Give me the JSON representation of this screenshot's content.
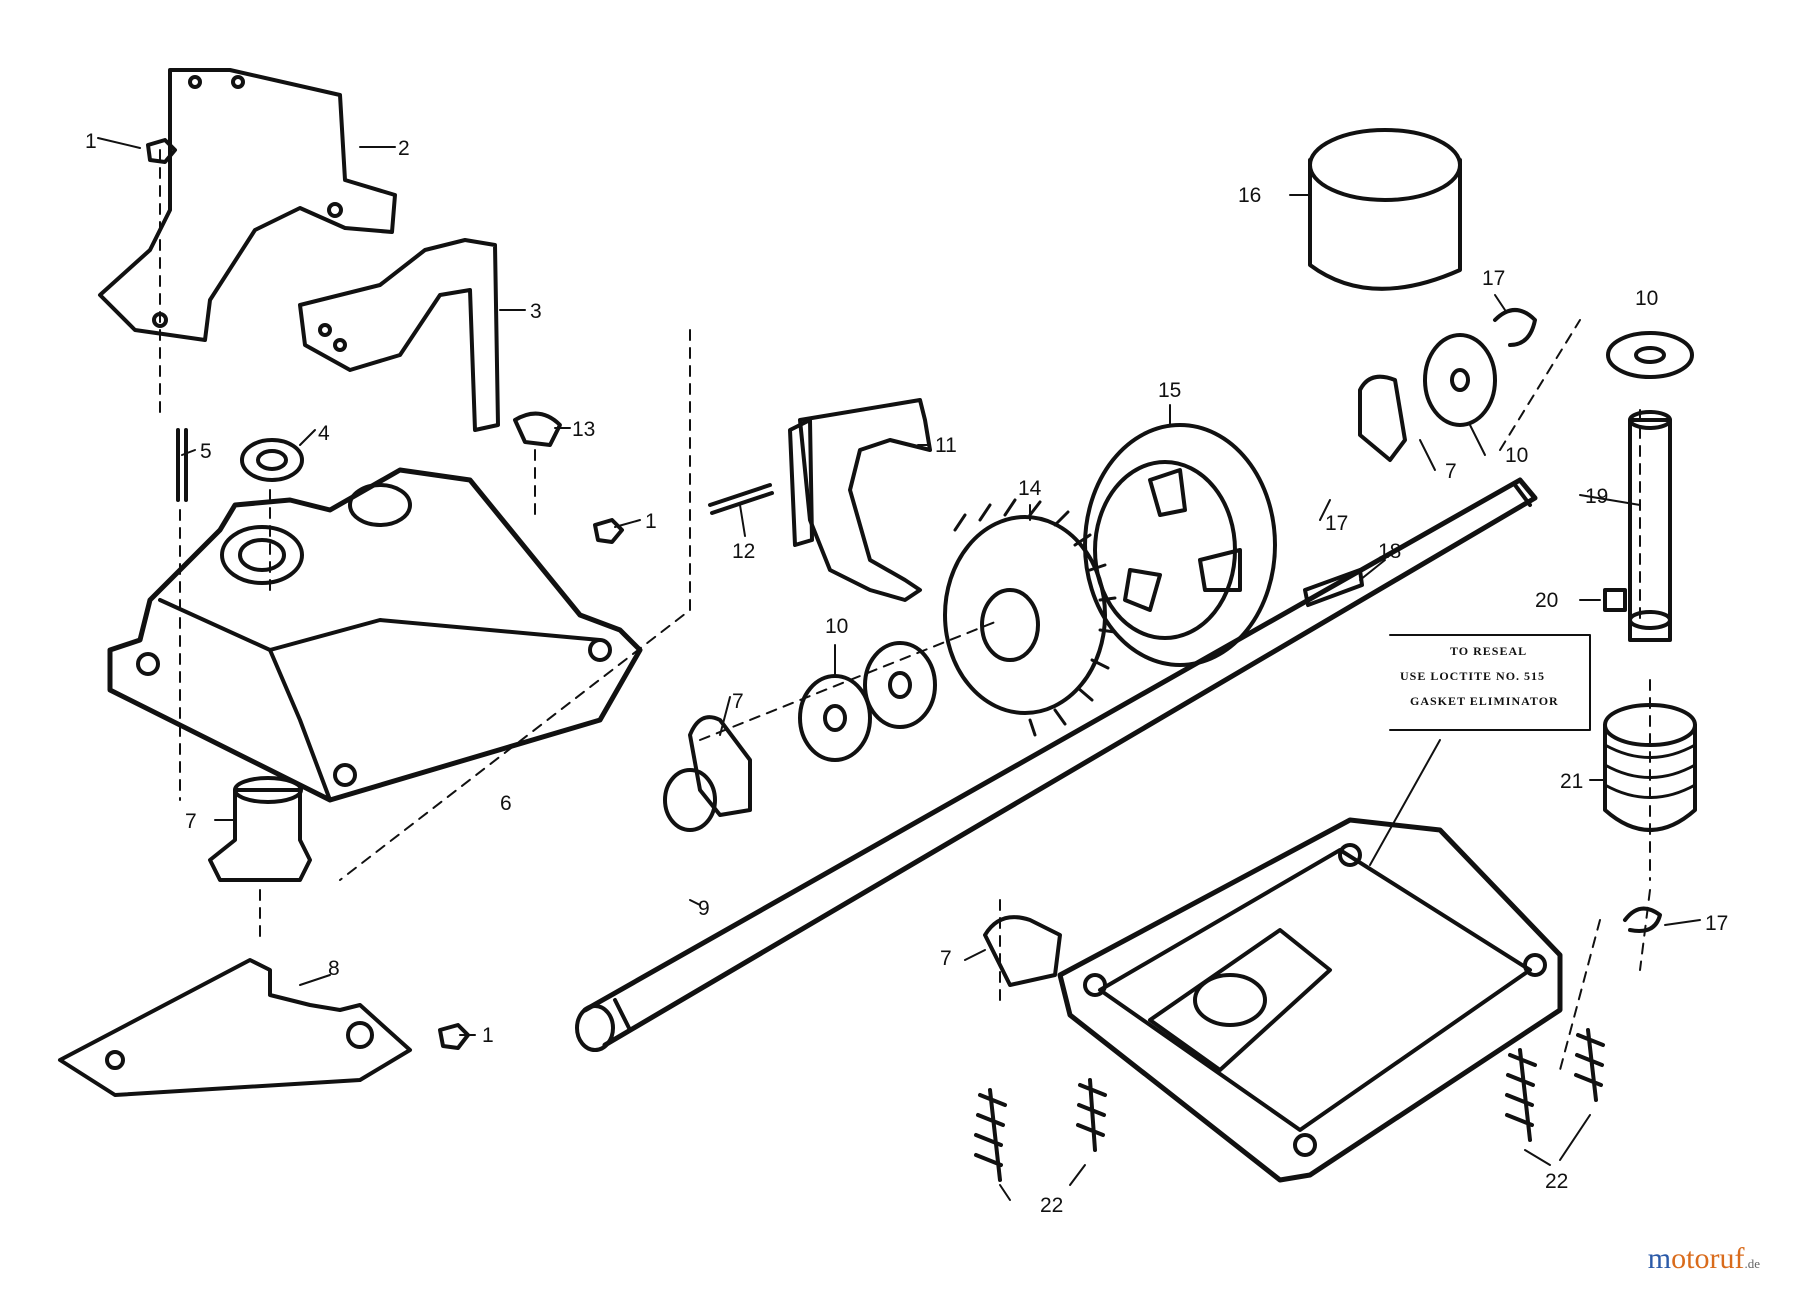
{
  "callouts": {
    "c1a": "1",
    "c2": "2",
    "c3": "3",
    "c4": "4",
    "c5": "5",
    "c13": "13",
    "c1b": "1",
    "c6": "6",
    "c7a": "7",
    "c8": "8",
    "c1c": "1",
    "c12": "12",
    "c11": "11",
    "c7b": "7",
    "c10a": "10",
    "c14": "14",
    "c15": "15",
    "c16": "16",
    "c17a": "17",
    "c10b": "10",
    "c7c": "7",
    "c17b": "17",
    "c18": "18",
    "c9": "9",
    "c10c": "10",
    "c19": "19",
    "c20": "20",
    "c21": "21",
    "c17c": "17",
    "c7d": "7",
    "c22a": "22",
    "c22b": "22"
  },
  "note": {
    "line1": "TO RESEAL",
    "line2": "USE LOCTITE NO. 515",
    "line3": "GASKET ELIMINATOR"
  },
  "watermark": {
    "m": "m",
    "otoruf": "otoruf",
    "de": ".de"
  }
}
